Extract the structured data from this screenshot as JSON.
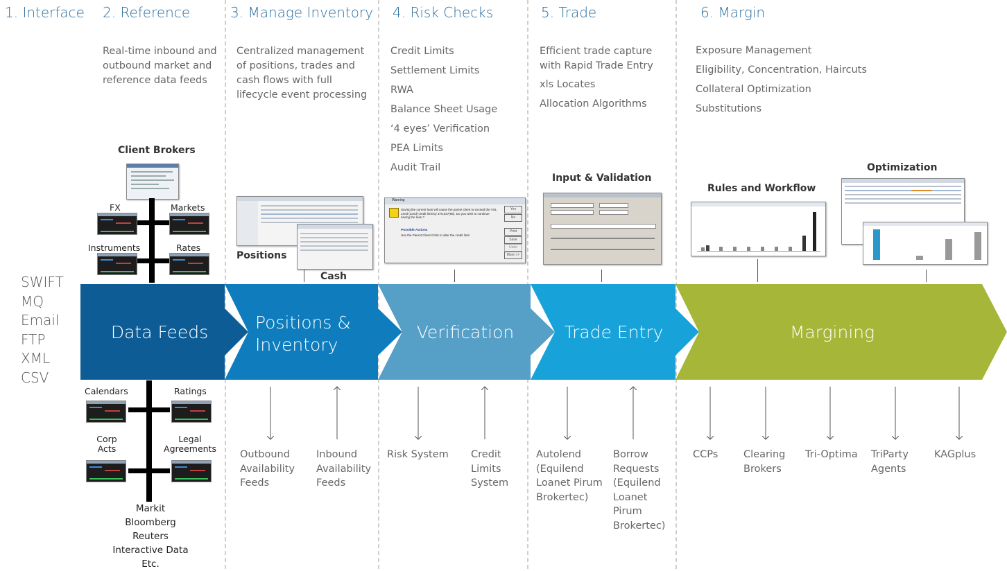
{
  "columns": [
    {
      "title": "1. Interface"
    },
    {
      "title": "2. Reference",
      "description": "Real-time inbound and outbound market and reference data feeds"
    },
    {
      "title": "3. Manage Inventory",
      "description": "Centralized management of positions, trades and cash flows with full lifecycle event processing"
    },
    {
      "title": "4. Risk Checks",
      "items": [
        "Credit Limits",
        "Settlement Limits",
        "RWA",
        "Balance Sheet Usage",
        "‘4 eyes’ Verification",
        "PEA Limits",
        "Audit Trail"
      ]
    },
    {
      "title": "5. Trade",
      "description": "Efficient trade capture with Rapid Trade Entry",
      "items": [
        "xls Locates",
        "Allocation Algorithms"
      ]
    },
    {
      "title": "6. Margin",
      "items": [
        "Exposure Management",
        "Eligibility, Concentration, Haircuts",
        "Collateral Optimization",
        "Substitutions"
      ]
    }
  ],
  "protocols": [
    "SWIFT",
    "MQ",
    "Email",
    "FTP",
    "XML",
    "CSV"
  ],
  "band": {
    "stages": [
      "Data Feeds",
      "Positions & Inventory",
      "Verification",
      "Trade Entry",
      "Margining"
    ],
    "colors": [
      "#0d5c95",
      "#0f7dbd",
      "#569fc7",
      "#17a3d9",
      "#a5b639"
    ]
  },
  "reference_top": {
    "title": "Client Brokers",
    "nodes": [
      "FX",
      "Markets",
      "Instruments",
      "Rates"
    ]
  },
  "reference_bottom": {
    "nodes": [
      "Calendars",
      "Ratings",
      "Corp Acts",
      "Legal Agreements"
    ],
    "sources": [
      "Markit",
      "Bloomberg",
      "Reuters",
      "Interactive Data",
      "Etc."
    ]
  },
  "screens": {
    "positions": "Positions",
    "cash": "Cash",
    "warning": {
      "title": "Warning",
      "message": "Saving the current loan will cause the parent client to exceed the VSL Lend (Lend) credit limit by 375,027(96). Do you wish to continue saving the loan ?",
      "actions_heading": "Possible Actions",
      "actions_text": "Use the Parent Client Grids to alter the credit limit",
      "buttons": [
        "Yes",
        "No",
        "Print",
        "Save",
        "Undo",
        "More >>"
      ]
    },
    "input_validation": "Input & Validation",
    "rules_workflow": "Rules and Workflow",
    "optimization": "Optimization"
  },
  "bottom_feeds": [
    {
      "label": "Outbound Availability Feeds",
      "direction": "down"
    },
    {
      "label": "Inbound Availability Feeds",
      "direction": "up"
    },
    {
      "label": "Risk System",
      "direction": "down"
    },
    {
      "label": "Credit Limits System",
      "direction": "up"
    },
    {
      "label": "Autolend (Equilend Loanet Pirum Brokertec)",
      "direction": "down"
    },
    {
      "label": "Borrow Requests (Equilend Loanet Pirum Brokertec)",
      "direction": "up"
    },
    {
      "label": "CCPs",
      "direction": "down"
    },
    {
      "label": "Clearing Brokers",
      "direction": "down"
    },
    {
      "label": "Tri-Optima",
      "direction": "down"
    },
    {
      "label": "TriParty Agents",
      "direction": "down"
    },
    {
      "label": "KAGplus",
      "direction": "down"
    }
  ]
}
